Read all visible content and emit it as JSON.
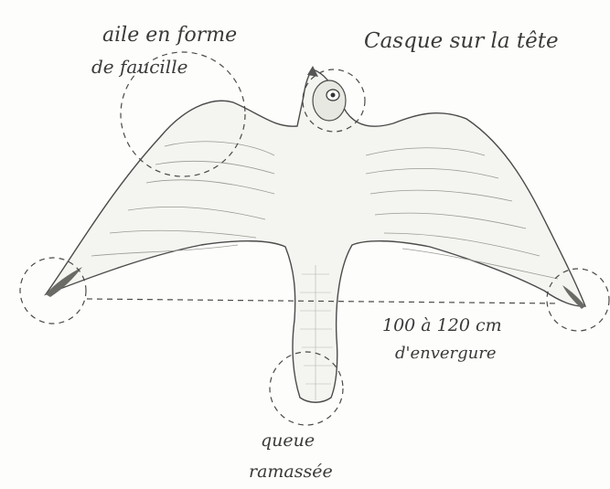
{
  "labels": {
    "wing_shape_line1": "aile en forme",
    "wing_shape_line2": "de faucille",
    "helmet": "Casque sur la tête",
    "wingspan_line1": "100 à 120 cm",
    "wingspan_line2": "d'envergure",
    "tail_line1": "queue",
    "tail_line2": "ramassée"
  },
  "colors": {
    "ink": "#4b4b4b",
    "paper": "#fdfdfb",
    "body_fill": "#f4f4f0"
  }
}
